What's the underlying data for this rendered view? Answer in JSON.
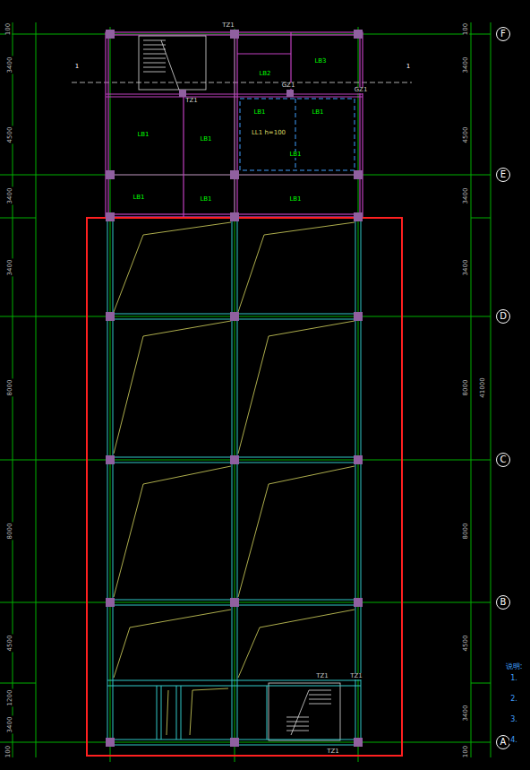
{
  "diagram": {
    "nodes": [
      {
        "text": [
          "F"
        ]
      },
      {
        "text": [
          "E"
        ]
      },
      {
        "text": [
          "D"
        ]
      },
      {
        "text": [
          "C"
        ]
      },
      {
        "text": [
          "B"
        ]
      },
      {
        "text": [
          "A"
        ]
      }
    ],
    "labels": [
      "100",
      "3400",
      "4500",
      "3400",
      "3400",
      "8000",
      "8000",
      "4500",
      "1200",
      "3400",
      "100",
      "100",
      "3400",
      "4500",
      "3400",
      "3400",
      "8000",
      "8000",
      "41000",
      "4500",
      "3400",
      "100",
      "TZ1",
      "1",
      "1",
      "LB1",
      "LB2",
      "LB3",
      "GZ1",
      "GZ1",
      "TZ1",
      "LB1",
      "LB1",
      "LB1",
      "LB1",
      "LB1",
      "LB1",
      "LB1",
      "LL1 h=100",
      "TZ1",
      "TZ1",
      "TZ1",
      "说明:",
      "1.",
      "2.",
      "3.",
      "4."
    ]
  }
}
